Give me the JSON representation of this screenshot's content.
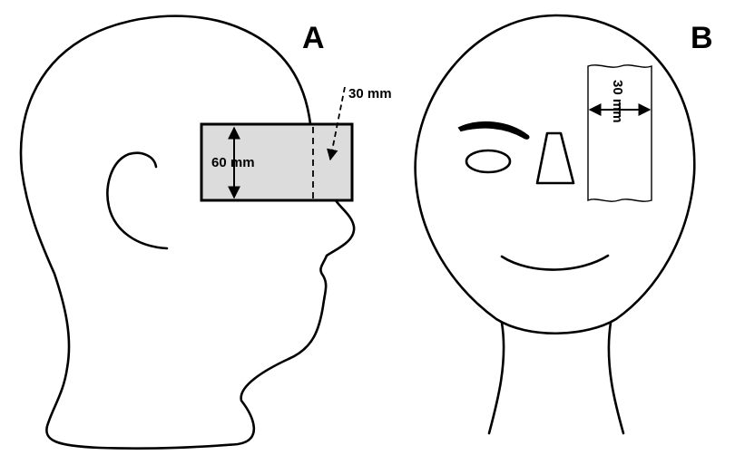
{
  "panels": {
    "a": {
      "label": "A",
      "height_label": "60 mm",
      "width_label": "30 mm"
    },
    "b": {
      "label": "B",
      "width_label": "30 mm"
    }
  },
  "colors": {
    "stroke": "#000000",
    "patch_fill": "#dcdcdc",
    "background": "#ffffff"
  }
}
